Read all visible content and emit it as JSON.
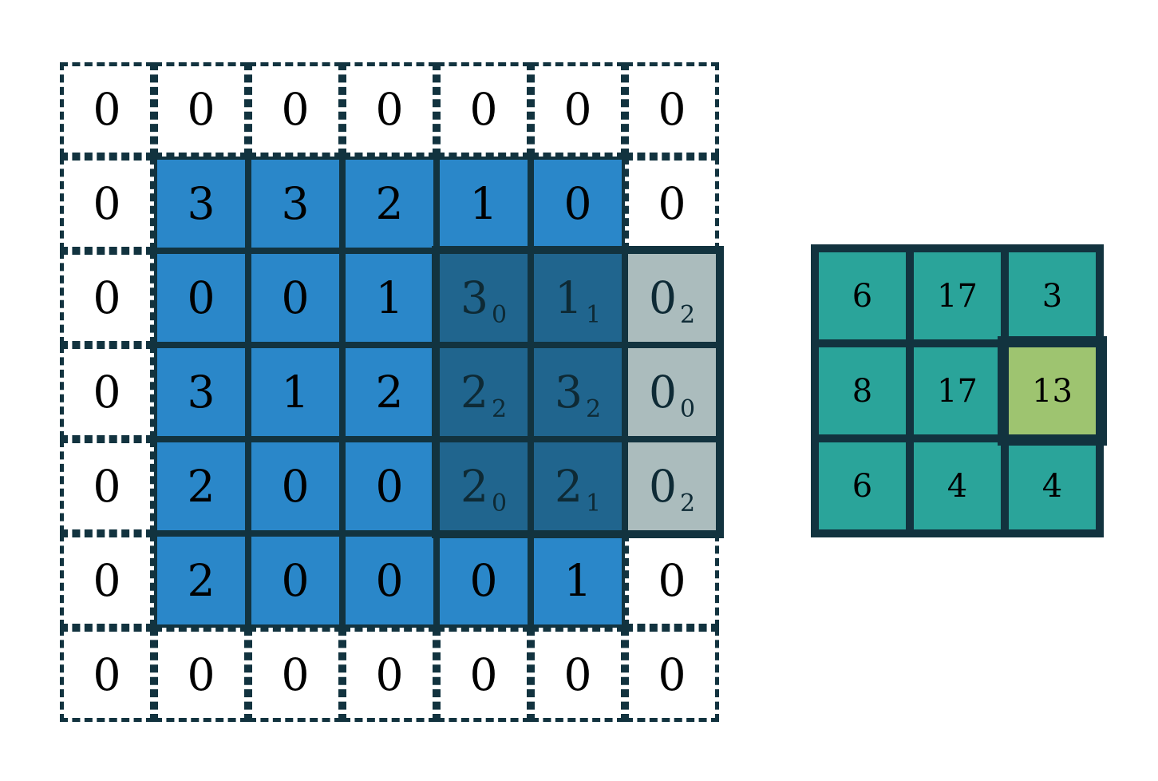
{
  "colors": {
    "background": "#ffffff",
    "ink": "#12333f",
    "text": "#000000",
    "input_blue": "#2a87c9",
    "window_blue": "#20658e",
    "window_gray": "#abbcbd",
    "window_text": "#0e2a35",
    "output_teal": "#2aa49a",
    "highlight_green": "#9ec470"
  },
  "input_grid": {
    "rows": 7,
    "cols": 7,
    "padding_value": "0",
    "cells": [
      [
        "0",
        "0",
        "0",
        "0",
        "0",
        "0",
        "0"
      ],
      [
        "0",
        "3",
        "3",
        "2",
        "1",
        "0",
        "0"
      ],
      [
        "0",
        "0",
        "0",
        "1",
        "3",
        "1",
        "0"
      ],
      [
        "0",
        "3",
        "1",
        "2",
        "2",
        "3",
        "0"
      ],
      [
        "0",
        "2",
        "0",
        "0",
        "2",
        "2",
        "0"
      ],
      [
        "0",
        "2",
        "0",
        "0",
        "0",
        "1",
        "0"
      ],
      [
        "0",
        "0",
        "0",
        "0",
        "0",
        "0",
        "0"
      ]
    ]
  },
  "window": {
    "row_start": 2,
    "col_start": 4,
    "cells": [
      [
        {
          "value": "3",
          "sub": "0",
          "pad": false
        },
        {
          "value": "1",
          "sub": "1",
          "pad": false
        },
        {
          "value": "0",
          "sub": "2",
          "pad": true
        }
      ],
      [
        {
          "value": "2",
          "sub": "2",
          "pad": false
        },
        {
          "value": "3",
          "sub": "2",
          "pad": false
        },
        {
          "value": "0",
          "sub": "0",
          "pad": true
        }
      ],
      [
        {
          "value": "2",
          "sub": "0",
          "pad": false
        },
        {
          "value": "2",
          "sub": "1",
          "pad": false
        },
        {
          "value": "0",
          "sub": "2",
          "pad": true
        }
      ]
    ]
  },
  "output_grid": {
    "rows": 3,
    "cols": 3,
    "values": [
      [
        "6",
        "17",
        "3"
      ],
      [
        "8",
        "17",
        "13"
      ],
      [
        "6",
        "4",
        "4"
      ]
    ],
    "highlight": {
      "row": 1,
      "col": 2,
      "value": "13"
    }
  }
}
